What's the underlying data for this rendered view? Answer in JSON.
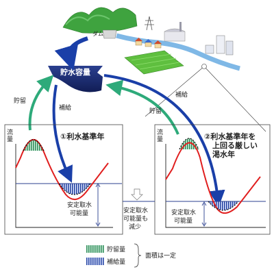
{
  "landscape": {
    "dam_label": "ダム"
  },
  "reservoir": {
    "label": "貯水容量"
  },
  "flows": {
    "store_label": "貯留",
    "supply_label": "補給"
  },
  "panel_left": {
    "title": "①利水基準年",
    "y_axis_label": "流量",
    "stable_label_line1": "安定取水",
    "stable_label_line2": "可能量"
  },
  "panel_right": {
    "title_line1": "②利水基準年を",
    "title_line2": "上回る厳しい",
    "title_line3": "渇水年",
    "y_axis_label": "流量",
    "stable_label_line1": "安定取水",
    "stable_label_line2": "可能量"
  },
  "decrease_note": {
    "line1": "安定取水",
    "line2": "可能量も",
    "line3": "減少"
  },
  "legend": {
    "storage_label": "貯留量",
    "supply_label": "補給量",
    "note": "面積は一定"
  },
  "colors": {
    "store_arrow": "#2eaa7a",
    "supply_arrow": "#1a3fa8",
    "storage_fill": "#2e8b57",
    "supply_fill": "#1f3f9e",
    "curve_red": "#e01e1e",
    "baseline": "#2a3f8f",
    "reservoir": "#1c2f7a"
  }
}
